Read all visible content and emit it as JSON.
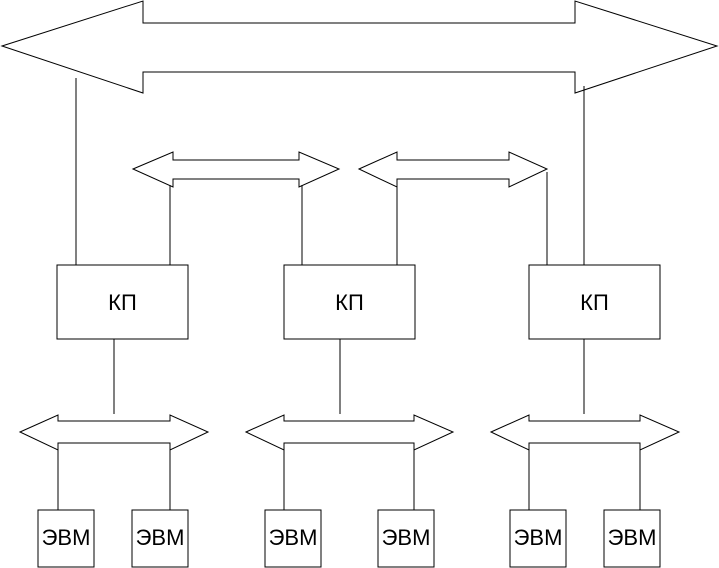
{
  "controller_label": "КП",
  "computer_label": "ЭВМ",
  "controllers": [
    {
      "label": "КП"
    },
    {
      "label": "КП"
    },
    {
      "label": "КП"
    }
  ],
  "computers": [
    {
      "label": "ЭВМ"
    },
    {
      "label": "ЭВМ"
    },
    {
      "label": "ЭВМ"
    },
    {
      "label": "ЭВМ"
    },
    {
      "label": "ЭВМ"
    },
    {
      "label": "ЭВМ"
    }
  ]
}
